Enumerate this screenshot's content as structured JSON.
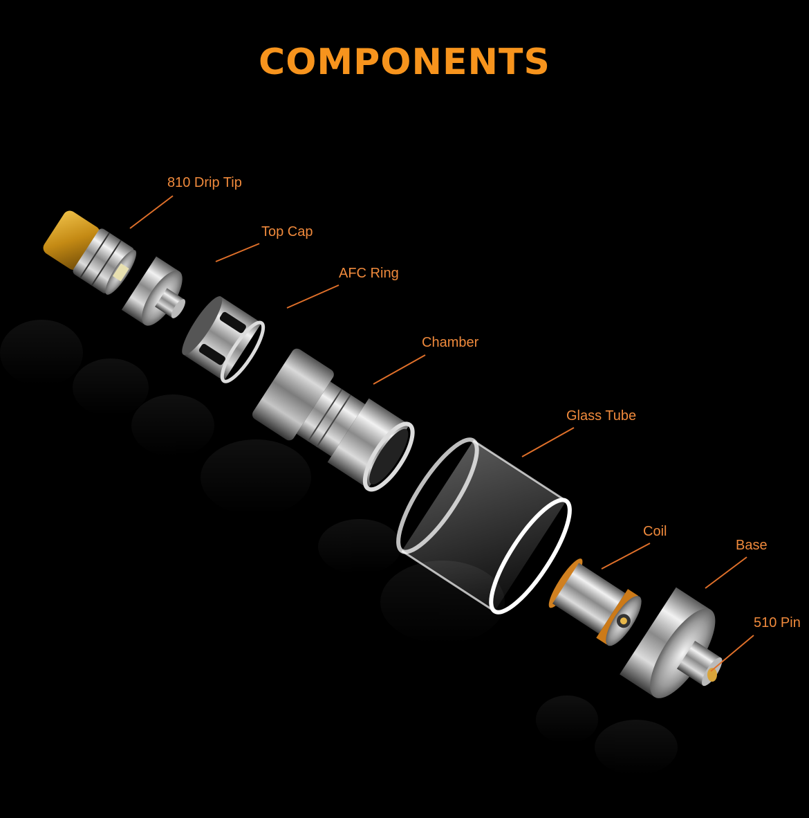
{
  "title": "COMPONENTS",
  "colors": {
    "accent": "#f7941d",
    "label": "#f08a3c",
    "leader": "#e0702a",
    "background": "#000000"
  },
  "labels": {
    "drip_tip": "810 Drip Tip",
    "top_cap": "Top Cap",
    "afc_ring": "AFC Ring",
    "chamber": "Chamber",
    "glass_tube": "Glass Tube",
    "coil": "Coil",
    "base": "Base",
    "pin_510": "510 Pin"
  }
}
